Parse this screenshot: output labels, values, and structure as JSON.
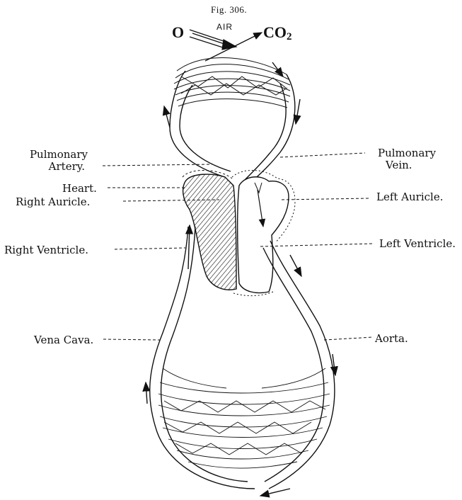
{
  "figure": {
    "title": "Fig. 306."
  },
  "air": {
    "label": "AIR",
    "in_label": "O",
    "out_label": "CO",
    "out_sub": "2"
  },
  "labels": {
    "pulmonary_artery_1": "Pulmonary",
    "pulmonary_artery_2": "Artery.",
    "heart": "Heart.",
    "right_auricle": "Right Auricle.",
    "right_ventricle": "Right Ventricle.",
    "vena_cava": "Vena Cava.",
    "pulmonary_vein_1": "Pulmonary",
    "pulmonary_vein_2": "Vein.",
    "left_auricle": "Left Auricle.",
    "left_ventricle": "Left Ventricle.",
    "aorta": "Aorta."
  },
  "colors": {
    "ink": "#111111",
    "paper": "#ffffff"
  }
}
